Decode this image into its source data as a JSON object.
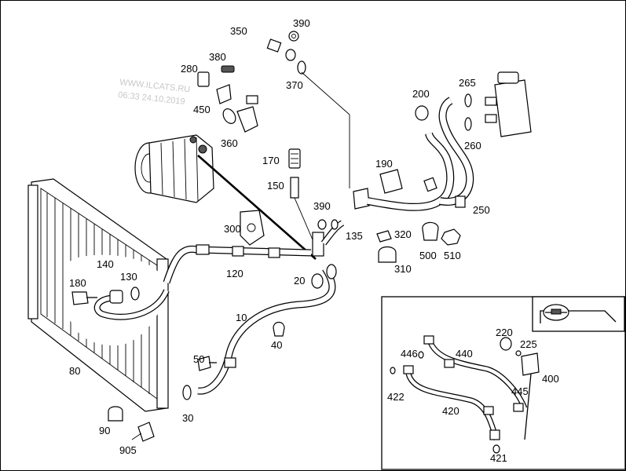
{
  "watermark": {
    "line1": "WWW.ILCATS.RU",
    "line2": "06:33 24.10.2019"
  },
  "labels": {
    "p10": "10",
    "p20": "20",
    "p30": "30",
    "p40": "40",
    "p50": "50",
    "p80": "80",
    "p90": "90",
    "p120": "120",
    "p130": "130",
    "p135": "135",
    "p140": "140",
    "p150": "150",
    "p170": "170",
    "p180": "180",
    "p190": "190",
    "p200": "200",
    "p220": "220",
    "p225": "225",
    "p250": "250",
    "p260": "260",
    "p265": "265",
    "p280": "280",
    "p300": "300",
    "p310": "310",
    "p320": "320",
    "p350": "350",
    "p360": "360",
    "p370": "370",
    "p380": "380",
    "p390a": "390",
    "p390b": "390",
    "p400": "400",
    "p420": "420",
    "p421": "421",
    "p422": "422",
    "p440": "440",
    "p445": "445",
    "p446": "446",
    "p450": "450",
    "p500": "500",
    "p510": "510",
    "p905": "905"
  }
}
